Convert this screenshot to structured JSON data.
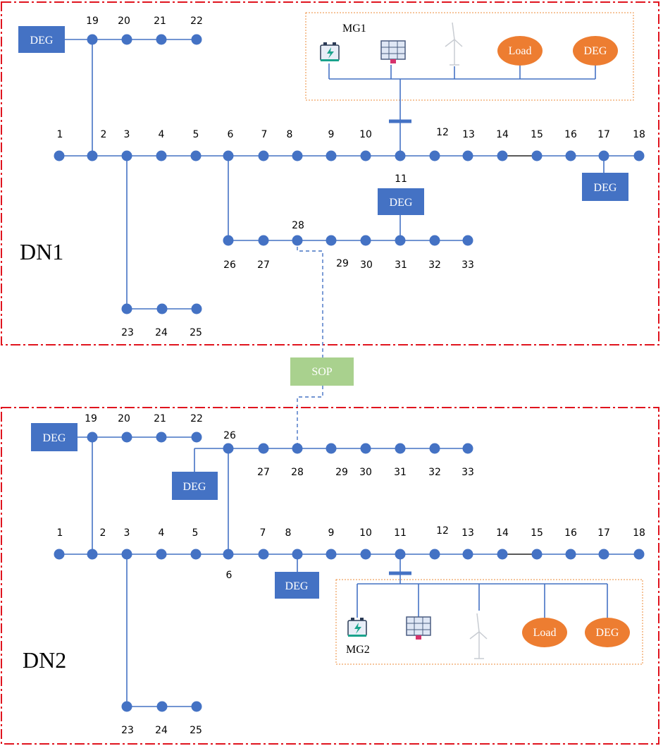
{
  "colors": {
    "node": "#4472c4",
    "line": "#4472c4",
    "region_border": "#e0141e",
    "deg_box": "#4472c4",
    "deg_text": "#ffffff",
    "load_fill": "#ed7d31",
    "mg_border": "#ed8b3a",
    "sop_fill": "#a9d18e",
    "black_line": "#222222"
  },
  "dn1": {
    "label": "DN1",
    "bus_labels": [
      "1",
      "2",
      "3",
      "4",
      "5",
      "6",
      "7",
      "8",
      "9",
      "10",
      "11",
      "12",
      "13",
      "14",
      "15",
      "16",
      "17",
      "18",
      "19",
      "20",
      "21",
      "22",
      "23",
      "24",
      "25",
      "26",
      "27",
      "28",
      "29",
      "30",
      "31",
      "32",
      "33"
    ],
    "deg_label": "DEG",
    "mg": {
      "label": "MG1",
      "icons": [
        "battery-icon",
        "solar-panel-icon",
        "wind-turbine-icon"
      ],
      "load_label": "Load",
      "deg_label": "DEG"
    }
  },
  "dn2": {
    "label": "DN2",
    "bus_labels": [
      "1",
      "2",
      "3",
      "4",
      "5",
      "6",
      "7",
      "8",
      "9",
      "10",
      "11",
      "12",
      "13",
      "14",
      "15",
      "16",
      "17",
      "18",
      "19",
      "20",
      "21",
      "22",
      "23",
      "24",
      "25",
      "26",
      "27",
      "28",
      "29",
      "30",
      "31",
      "32",
      "33"
    ],
    "deg_label": "DEG",
    "mg": {
      "label": "MG2",
      "icons": [
        "battery-icon",
        "solar-panel-icon",
        "wind-turbine-icon"
      ],
      "load_label": "Load",
      "deg_label": "DEG"
    }
  },
  "sop": {
    "label": "SOP"
  }
}
